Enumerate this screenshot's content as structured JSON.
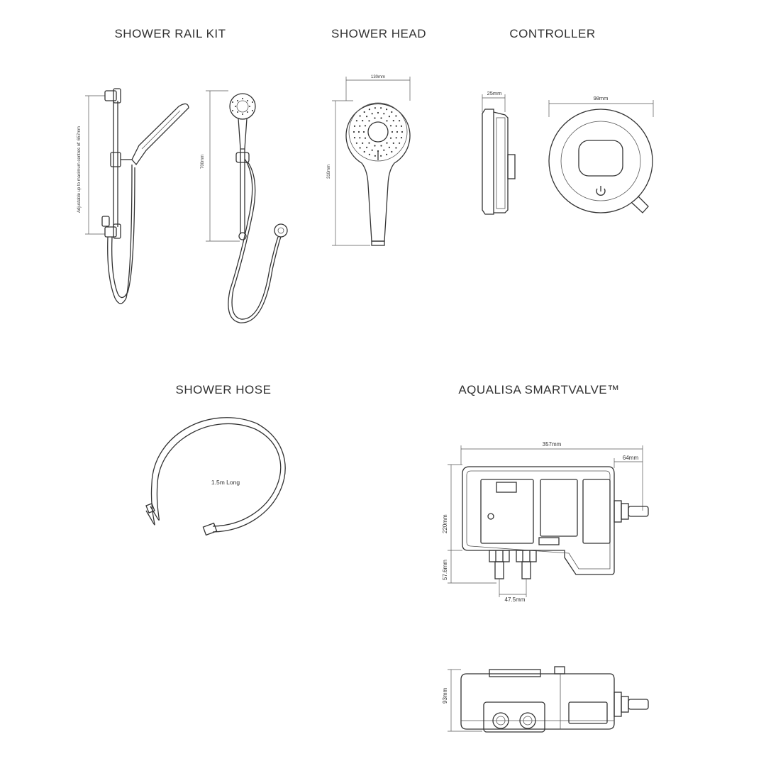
{
  "sections": {
    "rail_kit": "SHOWER RAIL KIT",
    "shower_head": "SHOWER HEAD",
    "controller": "CONTROLLER",
    "shower_hose": "SHOWER HOSE",
    "smartvalve": "AQUALISA SMARTVALVE™"
  },
  "dimensions": {
    "rail_adjustable": "Adjustable up to maximum centres of: 657mm",
    "rail_height": "700mm",
    "head_width": "130mm",
    "head_height": "310mm",
    "controller_depth": "25mm",
    "controller_diameter": "98mm",
    "hose_length": "1.5m Long",
    "valve_width": "357mm",
    "valve_outlet": "64mm",
    "valve_height": "220mm",
    "valve_inlet_height": "57.6mm",
    "valve_inlet_spacing": "47.5mm",
    "valve_depth": "93mm"
  }
}
